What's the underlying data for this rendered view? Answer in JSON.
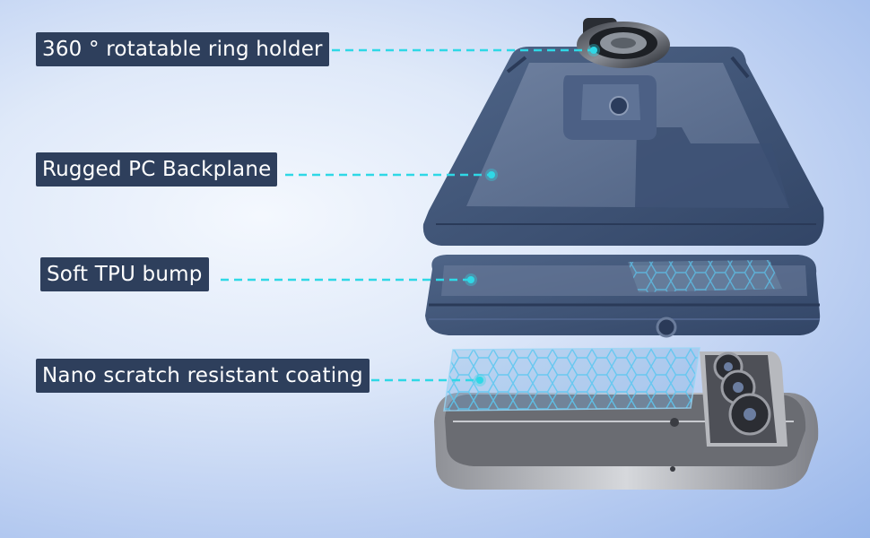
{
  "callouts": [
    {
      "label": "360 ° rotatable ring holder"
    },
    {
      "label": "Rugged PC Backplane"
    },
    {
      "label": "Soft TPU bump"
    },
    {
      "label": "Nano scratch resistant coating"
    }
  ],
  "colors": {
    "label_bg": "#2e3f5c",
    "leader_line": "#2fd8e6",
    "case_blue": "#3e5377",
    "phone_silver": "#a8abb2"
  }
}
